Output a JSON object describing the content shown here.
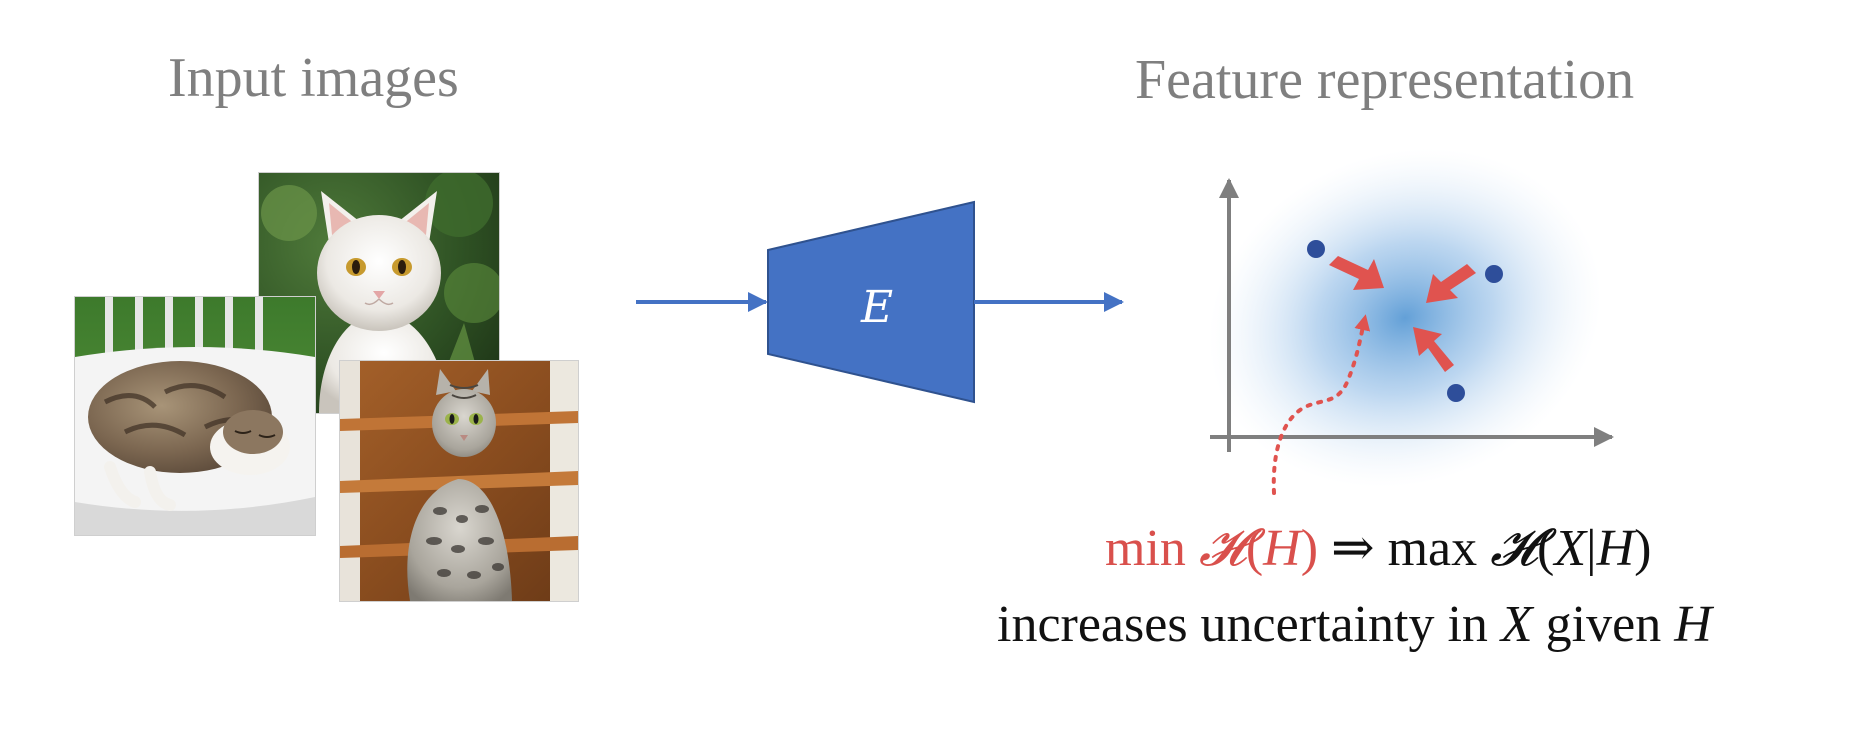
{
  "headings": {
    "input": "Input images",
    "feature": "Feature representation"
  },
  "encoder": {
    "label": "E"
  },
  "formula": {
    "min_text": "min",
    "min_entropy_symbol": "𝓗",
    "min_open": "(",
    "min_var": "H",
    "min_close": ")",
    "implies": " ⇒ ",
    "max_text": "max",
    "max_entropy_symbol": "𝓗",
    "max_open": "(",
    "max_var_x": "X",
    "bar": "|",
    "max_var_h": "H",
    "max_close": ")"
  },
  "caption": {
    "prefix": "increases uncertainty in ",
    "var_x": "X",
    "middle": " given ",
    "var_h": "H"
  },
  "colors": {
    "heading_gray": "#7f7f7f",
    "encoder_blue": "#4472c4",
    "arrow_blue": "#4472c4",
    "point_navy": "#2e4e9a",
    "arrow_red": "#e0534f",
    "formula_red": "#d9504c",
    "axis_gray": "#7f7f7f",
    "glow_blue": "#5b9bd5"
  },
  "icons": {
    "white_cat": "photo-white-cat",
    "sleeping_cat": "photo-sleeping-cat",
    "tabby_cat": "photo-tabby-cat"
  }
}
